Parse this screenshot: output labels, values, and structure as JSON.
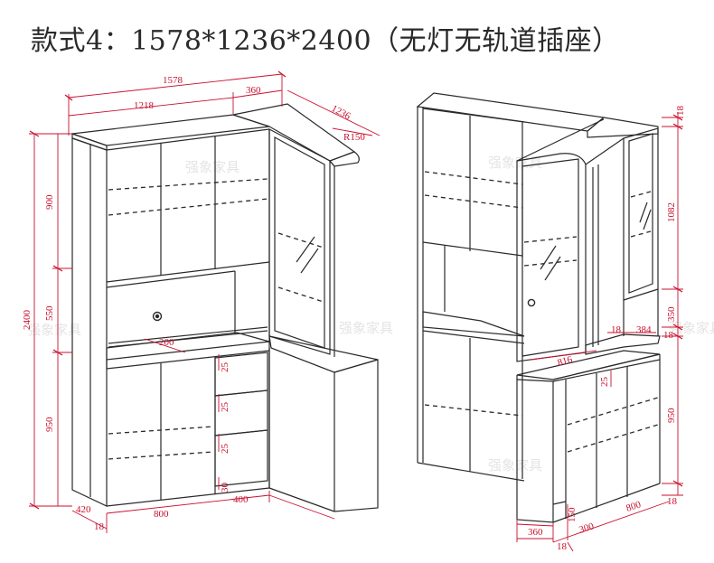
{
  "title": "款式4：1578*1236*2400（无灯无轨道插座）",
  "watermark": "强象家具",
  "colors": {
    "dimension": "#c8102e",
    "line": "#2a2a2a",
    "dash": "#2a2a2a"
  },
  "left_view": {
    "dims": {
      "total_width": "1578",
      "main_width": "1218",
      "corner_width": "360",
      "side_depth": "1236",
      "top_radius": "R150",
      "height_total": "2400",
      "h_upper": "900",
      "h_middle": "550",
      "h_lower": "950",
      "niche_depth": "200",
      "drawer_gap_1": "25",
      "drawer_gap_2": "25",
      "drawer_gap_3": "25",
      "plinth": "30",
      "base_depth": "420",
      "base_gap": "18",
      "base_width": "800",
      "side_base_width": "400"
    }
  },
  "right_view": {
    "dims": {
      "top_gap": "18",
      "glass_height": "1082",
      "shelf_height": "350",
      "shelf_gap": "18",
      "shelf_left": "18",
      "shelf_depth": "384",
      "counter_width": "816",
      "counter_gap": "25",
      "lower_height": "950",
      "base_gap": "18",
      "base_width": "800",
      "base_depth": "360",
      "plinth": "150",
      "base_side": "300",
      "base_gap_2": "18"
    }
  }
}
